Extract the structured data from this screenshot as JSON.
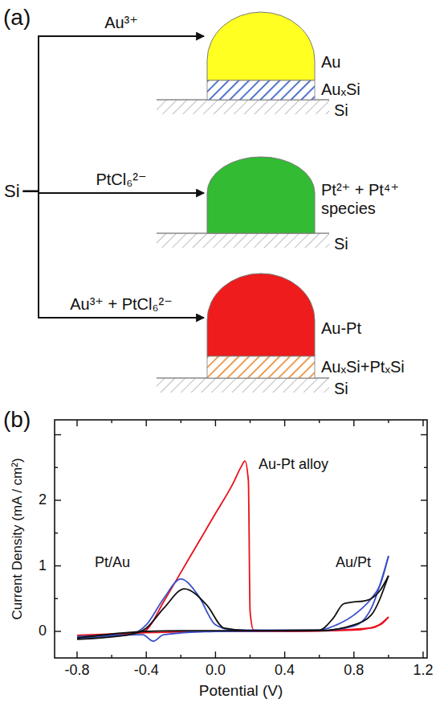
{
  "diagram": {
    "nodes": [
      {
        "text": [
          "Si"
        ]
      },
      {
        "text": [
          "Au"
        ]
      },
      {
        "text": [
          "AuₓSi"
        ]
      },
      {
        "text": [
          "Pt²⁺ + Pt⁴⁺ species"
        ]
      },
      {
        "text": [
          "Au-Pt"
        ]
      },
      {
        "text": [
          "AuₓSi+PtₓSi"
        ]
      }
    ],
    "edges": [
      {
        "from": 0,
        "to": 1,
        "arrow": "to",
        "label": "Au³⁺"
      },
      {
        "from": 0,
        "to": 3,
        "arrow": "to",
        "label": "PtCl₆²⁻"
      },
      {
        "from": 0,
        "to": 4,
        "arrow": "to",
        "label": "Au³⁺ + PtCl₆²⁻"
      }
    ],
    "labels": [
      "(a)",
      "Si",
      "Si",
      "Si",
      "(b)",
      "Au-Pt alloy",
      "Pt/Au",
      "Au/Pt",
      "-0.8",
      "-0.4",
      "0.0",
      "0.4",
      "0.8",
      "1.2",
      "0",
      "1",
      "2",
      "Potential (V)",
      "Current Density (mA / cm²)"
    ]
  }
}
